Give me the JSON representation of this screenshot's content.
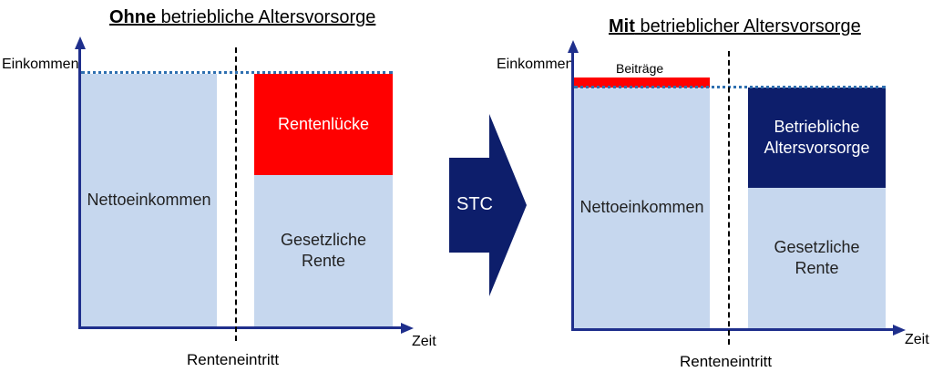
{
  "left_panel": {
    "title_bold": "Ohne",
    "title_rest": " betriebliche Altersvorsorge",
    "y_label": "Einkommen",
    "x_label": "Zeit",
    "event_label": "Renteneintritt",
    "boxes": {
      "net_income": "Nettoeinkommen",
      "gap": "Rentenlücke",
      "state_pension": "Gesetzliche Rente"
    }
  },
  "middle_arrow": {
    "label": "STC"
  },
  "right_panel": {
    "title_bold": "Mit",
    "title_rest": " betrieblicher Altersvorsorge",
    "y_label": "Einkommen",
    "x_label": "Zeit",
    "event_label": "Renteneintritt",
    "contributions_label": "Beiträge",
    "boxes": {
      "net_income": "Nettoeinkommen",
      "company_pension": "Betriebliche Altersvorsorge",
      "state_pension": "Gesetzliche Rente"
    }
  },
  "colors": {
    "axis": "#1f2f8c",
    "light_blue": "#c6d7ee",
    "red": "#ff0000",
    "navy": "#0d1e6b",
    "dotted_line": "#2e6fb0"
  }
}
